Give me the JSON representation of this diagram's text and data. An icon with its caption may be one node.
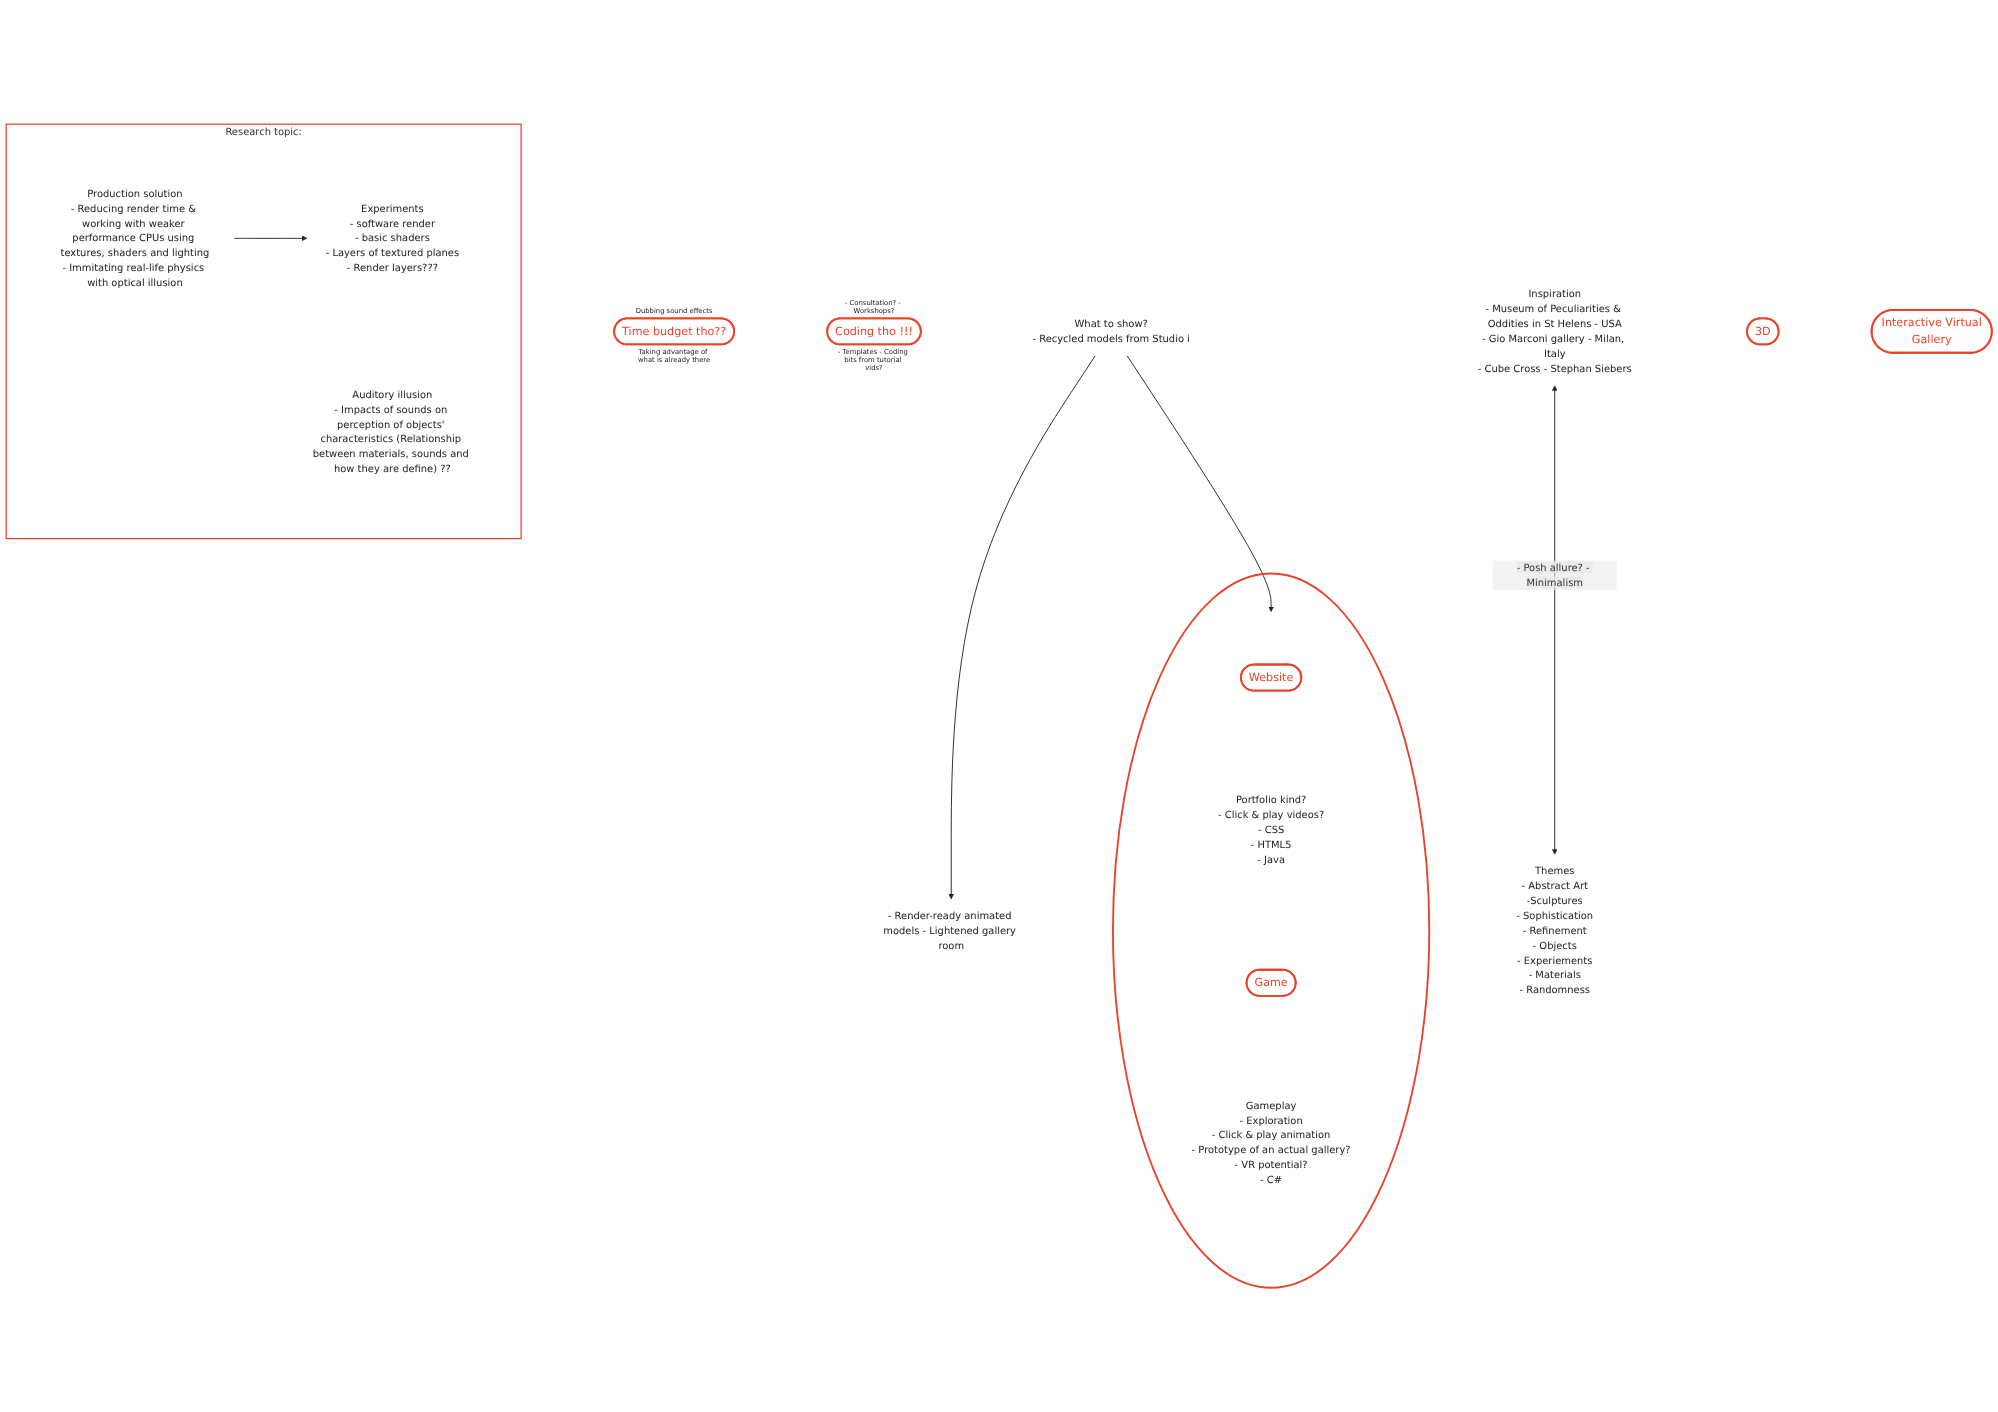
{
  "diagram": {
    "nodes": [
      {
        "text": [
          "Research topic:"
        ]
      },
      {
        "text": [
          "Production solution",
          "- Reducing render time & working with weaker performance CPUs using textures, shaders and lighting",
          "- Immitating real-life physics with optical illusion"
        ],
        "in": 0
      },
      {
        "text": [
          "Experiments",
          "- software render",
          "- basic shaders",
          "- Layers of textured planes",
          "- Render layers???"
        ],
        "in": 0
      },
      {
        "text": [
          "Auditory illusion",
          "- Impacts of sounds on perception of objects' characteristics (Relationship between materials, sounds and how they are define) ??"
        ],
        "in": 0
      },
      {
        "text": [
          "Time budget tho??"
        ],
        "beside": [
          "Dubbing sound effects",
          "Taking advantage of what is already there"
        ]
      },
      {
        "text": [
          "Coding tho !!!"
        ],
        "beside": [
          "- Consultation? - Workshops?",
          "- Templates - Coding bits from tutorial vids?"
        ]
      },
      {
        "text": [
          "What to show?",
          "- Recycled models from Studio i"
        ]
      },
      {
        "text": [
          "- Render-ready animated models - Lightened gallery room"
        ]
      },
      {
        "text": [],
        "shape": "circle"
      },
      {
        "text": [
          "Website"
        ],
        "in": 8
      },
      {
        "text": [
          "Portfolio kind?",
          "- Click & play videos?",
          "- CSS",
          "- HTML5",
          "- Java"
        ],
        "in": 8
      },
      {
        "text": [
          "Game"
        ],
        "in": 8
      },
      {
        "text": [
          "Gameplay",
          "- Exploration",
          "- Click & play animation",
          "- Prototype of an actual gallery?",
          "- VR potential?",
          "- C#"
        ],
        "in": 8
      },
      {
        "text": [
          "Inspiration",
          "- Museum of Peculiarities & Oddities in St Helens - USA",
          "- Gio Marconi gallery - Milan, Italy",
          "- Cube Cross - Stephan Siebers"
        ]
      },
      {
        "text": [
          "Themes",
          "- Abstract Art",
          "-Sculptures",
          "- Sophistication",
          "- Refinement",
          "- Objects",
          "- Experiements",
          "- Materials",
          "- Randomness"
        ]
      },
      {
        "text": [
          "3D"
        ]
      },
      {
        "text": [
          "Interactive Virtual",
          "Gallery"
        ]
      }
    ],
    "edges": [
      {
        "from": 1,
        "to": 2,
        "arrow": "to"
      },
      {
        "from": 6,
        "to": 7,
        "arrow": "to"
      },
      {
        "from": 6,
        "to": 8,
        "arrow": "to"
      },
      {
        "from": 13,
        "to": 14,
        "arrow": "both",
        "label": "- Posh allure? - Minimalism"
      }
    ]
  }
}
